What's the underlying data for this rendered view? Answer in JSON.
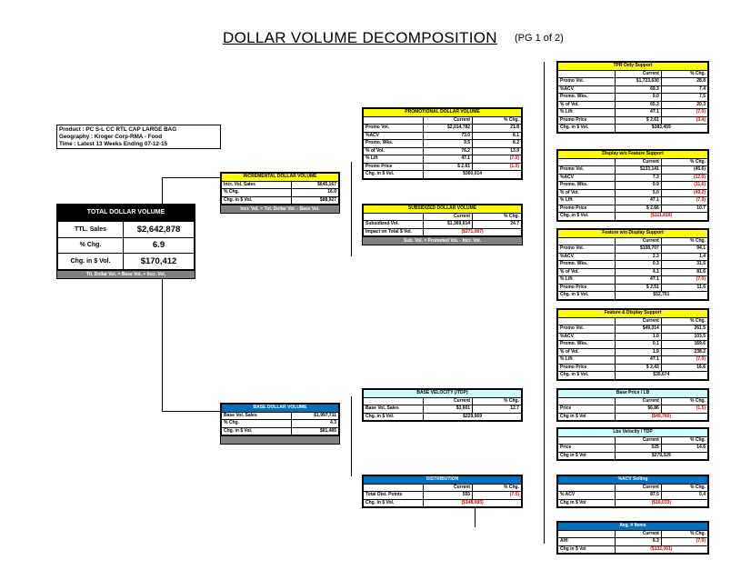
{
  "header": {
    "title": "DOLLAR VOLUME DECOMPOSITION",
    "page": "(PG 1 of 2)"
  },
  "info": {
    "product": "Product : PC S-L CC RTL CAP LARGE BAG",
    "geography": "Geography : Kroger Corp-RMA - Food",
    "time": "Time : Latest 13 Weeks Ending 07-12-15"
  },
  "colors": {
    "yellow": "#ffff00",
    "blue": "#0070c0",
    "lightblue": "#ccffff",
    "grey": "#808080",
    "negative": "#e00000"
  },
  "total": {
    "title": "TOTAL DOLLAR VOLUME",
    "rows": [
      {
        "label": "TTL. Sales",
        "value": "$2,642,878"
      },
      {
        "label": "% Chg.",
        "value": "6.9"
      },
      {
        "label": "Chg. in $ Vol.",
        "value": "$170,412"
      }
    ],
    "footer": "Ttl. Dollar Vol. = Base Vol. + Incr. Vol."
  },
  "boxes": [
    {
      "id": "incremental",
      "title": "INCREMENTAL DOLLAR VOLUME",
      "color": "yellow",
      "two_col": true,
      "rows": [
        {
          "label": "Incr. Vol. Sales",
          "value": "$645,167"
        },
        {
          "label": "% Chg.",
          "value": "16.0"
        },
        {
          "label": "Chg. in $ Vol.",
          "value": "$88,927"
        }
      ],
      "footer": "Incr. Vol. = Tot. Dollar Vol. - Base Vol."
    },
    {
      "id": "base-dollar",
      "title": "BASE DOLLAR VOLUME",
      "color": "blue",
      "two_col": true,
      "rows": [
        {
          "label": "Base Vol. Sales",
          "value": "$1,997,711"
        },
        {
          "label": "% Chg.",
          "value": "4.3"
        },
        {
          "label": "Chg. in $ Vol.",
          "value": "$81,485"
        }
      ],
      "footer": ""
    },
    {
      "id": "promotional",
      "title": "PROMOTIONAL DOLLAR VOLUME",
      "color": "yellow",
      "headers": [
        "Current",
        "% Chg."
      ],
      "rows": [
        {
          "label": "Promo Vol.",
          "current": "$2,014,782",
          "chg": "21.8"
        },
        {
          "label": "%ACV",
          "current": "73.0",
          "chg": "8.1"
        },
        {
          "label": "Promo. Wks.",
          "current": "9.5",
          "chg": "8.2"
        },
        {
          "label": "% of Vol.",
          "current": "76.2",
          "chg": "13.9"
        },
        {
          "label": "% Lift",
          "current": "47.1",
          "chg": "(7.0)",
          "neg": true
        },
        {
          "label": "Promo Price",
          "current": "$ 2.61",
          "chg": "(1.0)",
          "neg": true
        }
      ],
      "total_row": {
        "label": "Chg. in $ Vol.",
        "value": "$360,014"
      }
    },
    {
      "id": "subsidized",
      "title": "SUBSIDIZED DOLLAR VOLUME",
      "color": "yellow",
      "headers": [
        "Current",
        "% Chg."
      ],
      "rows": [
        {
          "label": "Subsidized Vol.",
          "current": "$1,369,614",
          "chg": "24.7"
        }
      ],
      "total_row": {
        "label": "Impact on Total $ Vol.",
        "value": "($271,087)",
        "neg": true
      },
      "footer": "Sub. Vol. = Promoted Vol. - Incr. Vol."
    },
    {
      "id": "base-velocity",
      "title": "BASE VELOCITY    (/TDP)",
      "color": "lightblue",
      "headers": [
        "Current",
        "% Chg."
      ],
      "rows": [
        {
          "label": "Base Vol. Sales",
          "current": "$3,601",
          "chg": "12.7"
        }
      ],
      "total_row": {
        "label": "Chg. in $ Vol.",
        "value": "$229,569"
      }
    },
    {
      "id": "distribution",
      "title": "DISTRIBUTION",
      "color": "blue",
      "headers": [
        "Current",
        "% Chg."
      ],
      "rows": [
        {
          "label": "Total Dist. Points",
          "current": "555",
          "chg": "(7.5)",
          "neg": true
        }
      ],
      "total_row": {
        "label": "Chg. in $ Vol.",
        "value": "($148,085)",
        "neg": true
      }
    },
    {
      "id": "tpr-only",
      "title": "TPR Only Support",
      "color": "yellow",
      "headers": [
        "Current",
        "% Chg."
      ],
      "rows": [
        {
          "label": "Promo Vol.",
          "current": "$1,723,630",
          "chg": "28.8"
        },
        {
          "label": "%ACV",
          "current": "69.3",
          "chg": "7.4"
        },
        {
          "label": "Promo. Wks.",
          "current": "9.0",
          "chg": "7.5"
        },
        {
          "label": "% of Vol.",
          "current": "65.2",
          "chg": "20.3"
        },
        {
          "label": "% Lift",
          "current": "47.1",
          "chg": "(7.0)",
          "neg": true
        },
        {
          "label": "Promo Price",
          "current": "$ 2.61",
          "chg": "(3.4)",
          "neg": true
        }
      ],
      "total_row": {
        "label": "Chg. in $ Vol.",
        "value": "$383,459"
      }
    },
    {
      "id": "display-wo-feature",
      "title": "Display w/o Feature Support",
      "color": "yellow",
      "headers": [
        "Current",
        "% Chg."
      ],
      "rows": [
        {
          "label": "Promo Vol.",
          "current": "$133,141",
          "chg": "(45.6)"
        },
        {
          "label": "%ACV",
          "current": "7.3",
          "chg": "(12.0)",
          "neg": true
        },
        {
          "label": "Promo. Wks.",
          "current": "0.9",
          "chg": "(11.6)",
          "neg": true
        },
        {
          "label": "% of Vol.",
          "current": "5.0",
          "chg": "(49.2)",
          "neg": true
        },
        {
          "label": "% Lift",
          "current": "47.1",
          "chg": "(7.0)",
          "neg": true
        },
        {
          "label": "Promo Price",
          "current": "$ 2.66",
          "chg": "10.7"
        }
      ],
      "total_row": {
        "label": "Chg. in $ Vol.",
        "value": "($111,819)",
        "neg": true
      }
    },
    {
      "id": "feature-wo-display",
      "title": "Feature w/o Display Support",
      "color": "yellow",
      "headers": [
        "Current",
        "% Chg."
      ],
      "rows": [
        {
          "label": "Promo Vol.",
          "current": "$108,707",
          "chg": "94.1"
        },
        {
          "label": "%ACV",
          "current": "2.3",
          "chg": "1.4"
        },
        {
          "label": "Promo. Wks.",
          "current": "0.3",
          "chg": "31.5"
        },
        {
          "label": "% of Vol.",
          "current": "4.1",
          "chg": "81.6"
        },
        {
          "label": "% Lift",
          "current": "47.1",
          "chg": "(7.0)",
          "neg": true
        },
        {
          "label": "Promo Price",
          "current": "$ 2.51",
          "chg": "11.6"
        }
      ],
      "total_row": {
        "label": "Chg. in $ Vol.",
        "value": "$52,701"
      }
    },
    {
      "id": "feature-and-display",
      "title": "Feature & Display Support",
      "color": "yellow",
      "headers": [
        "Current",
        "% Chg."
      ],
      "rows": [
        {
          "label": "Promo Vol.",
          "current": "$49,314",
          "chg": "261.5"
        },
        {
          "label": "%ACV",
          "current": "1.0",
          "chg": "103.5"
        },
        {
          "label": "Promo. Wks.",
          "current": "0.1",
          "chg": "169.6"
        },
        {
          "label": "% of Vol.",
          "current": "1.9",
          "chg": "238.2"
        },
        {
          "label": "% Lift",
          "current": "47.1",
          "chg": "(7.0)",
          "neg": true
        },
        {
          "label": "Promo Price",
          "current": "$ 2.43",
          "chg": "16.6"
        }
      ],
      "total_row": {
        "label": "Chg. in $ Vol.",
        "value": "$35,674"
      }
    },
    {
      "id": "base-price-lb",
      "title": "Base Price / LB",
      "color": "lightblue",
      "headers": [
        "Current",
        "% Chg."
      ],
      "rows": [
        {
          "label": "Price",
          "current": "$6.86",
          "chg": "(1.5)",
          "neg": true
        }
      ],
      "total_row": {
        "label": "Chg in $ Vol",
        "value": "($49,760)",
        "neg": true
      }
    },
    {
      "id": "lbs-velocity",
      "title": "Lbs Velocity / TDP",
      "color": "lightblue",
      "headers": [
        "Current",
        "% Chg."
      ],
      "rows": [
        {
          "label": "Price",
          "current": "525",
          "chg": "14.6"
        }
      ],
      "total_row": {
        "label": "Chg in $ Vol",
        "value": "$279,329"
      }
    },
    {
      "id": "acv-selling",
      "title": "%ACV Selling",
      "color": "blue",
      "headers": [
        "Current",
        "% Chg."
      ],
      "rows": [
        {
          "label": "% ACV",
          "current": "87.5",
          "chg": "0.4"
        }
      ],
      "total_row": {
        "label": "Chg in $ Vol",
        "value": "($16,033)",
        "neg": true
      }
    },
    {
      "id": "avg-items",
      "title": "Avg. # Items",
      "color": "blue",
      "headers": [
        "Current",
        "% Chg."
      ],
      "rows": [
        {
          "label": "AHI",
          "current": "6.3",
          "chg": "(7.9)",
          "neg": true
        }
      ],
      "total_row": {
        "label": "Chg in $ Vol",
        "value": "($132,061)",
        "neg": true
      }
    }
  ]
}
